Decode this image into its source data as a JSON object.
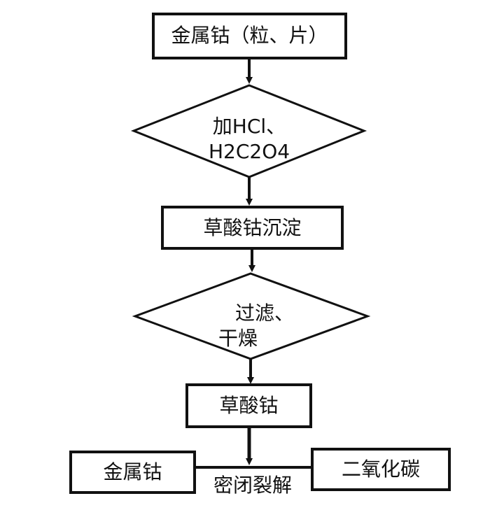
{
  "nodes": {
    "start": "金属钴（粒、片）",
    "step1_line1": "加HCl、",
    "step1_line2": "H2C2O4",
    "precipitate": "草酸钴沉淀",
    "step2_line1": "过滤、",
    "step2_line2": "干燥",
    "oxalate": "草酸钴",
    "product_left": "金属钴",
    "product_right": "二氧化碳",
    "decompose": "密闭裂解"
  },
  "colors": {
    "stroke": "#111111",
    "background": "#ffffff"
  }
}
